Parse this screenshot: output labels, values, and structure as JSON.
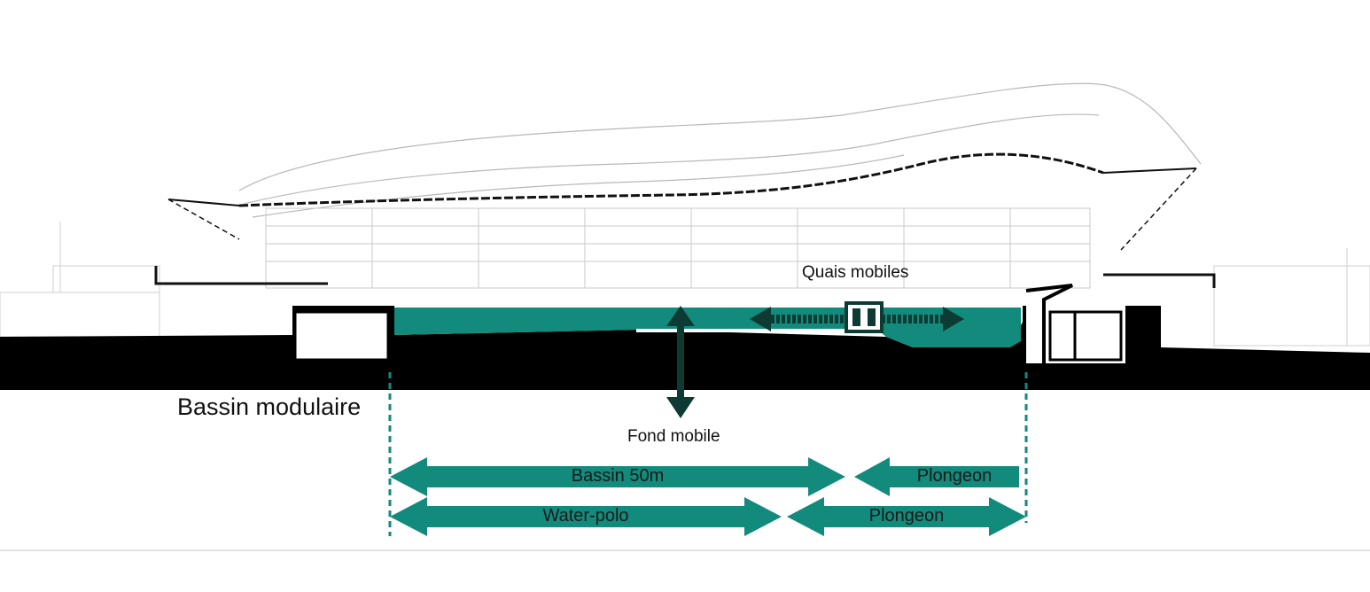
{
  "title": "Bassin modulaire",
  "labels": {
    "quais_mobiles": "Quais mobiles",
    "fond_mobile": "Fond mobile"
  },
  "configurations": [
    {
      "row": 1,
      "segments": [
        {
          "label": "Bassin 50m"
        },
        {
          "label": "Plongeon"
        }
      ]
    },
    {
      "row": 2,
      "segments": [
        {
          "label": "Water-polo"
        },
        {
          "label": "Plongeon"
        }
      ]
    }
  ],
  "colors": {
    "water": "#128a7c",
    "arrow_dark": "#0d3b33",
    "ground": "#000000",
    "line": "#9a9a9a"
  }
}
